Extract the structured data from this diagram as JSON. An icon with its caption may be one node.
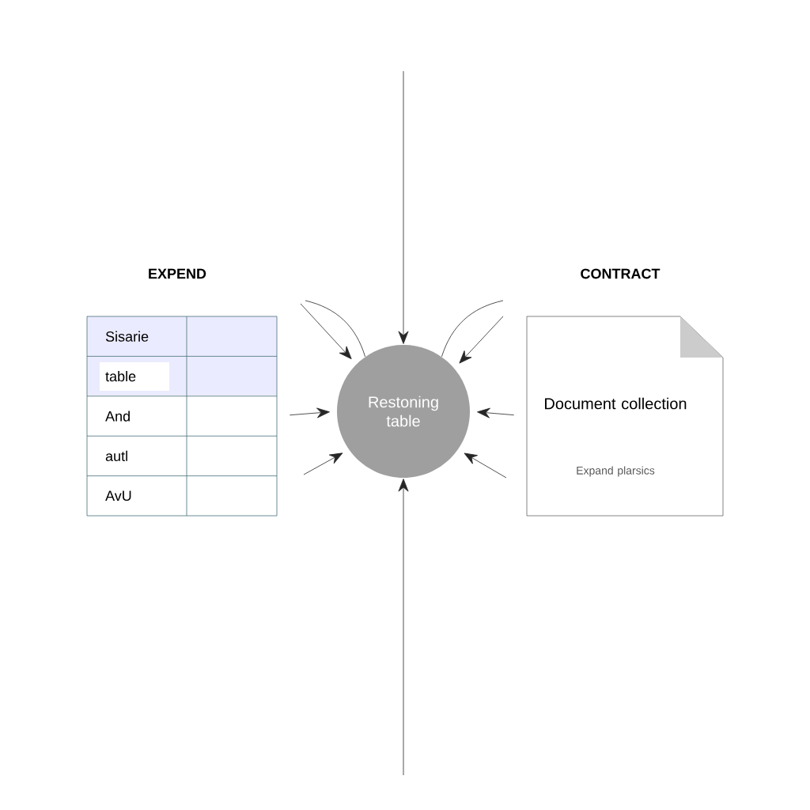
{
  "diagram": {
    "nodes": [
      {
        "text": [
          "EXPEND",
          "Sisarie",
          "table",
          "And",
          "autl",
          "AvU"
        ]
      },
      {
        "text": [
          "Restoning table"
        ]
      },
      {
        "text": [
          "CONTRACT",
          "Document collection",
          "Expand plarsics"
        ]
      }
    ],
    "edges": [
      {
        "from": null,
        "to": 1,
        "arrow": "to"
      },
      {
        "from": null,
        "to": 1,
        "arrow": "to"
      },
      {
        "from": null,
        "to": 1,
        "arrow": "none"
      },
      {
        "from": 0,
        "to": 1,
        "arrow": "to"
      },
      {
        "from": null,
        "to": 1,
        "arrow": "to"
      },
      {
        "from": null,
        "to": 1,
        "arrow": "to"
      },
      {
        "from": null,
        "to": 1,
        "arrow": "none"
      },
      {
        "from": null,
        "to": 1,
        "arrow": "to"
      },
      {
        "from": 2,
        "to": 1,
        "arrow": "to"
      },
      {
        "from": null,
        "to": 1,
        "arrow": "to"
      }
    ]
  }
}
